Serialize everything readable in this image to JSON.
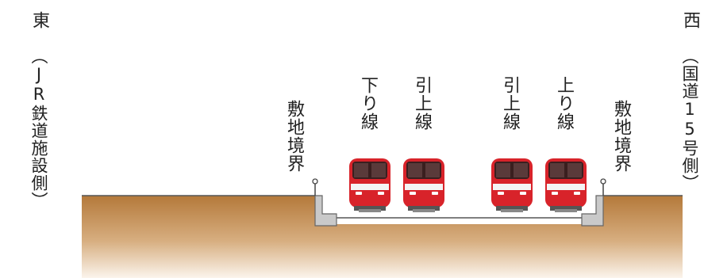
{
  "east_label": "東",
  "east_sub": "（JR鉄道施設側）",
  "west_label": "西",
  "west_sub": "（国道15号側）",
  "boundary_left": "敷地境界",
  "boundary_right": "敷地境界",
  "tracks": [
    {
      "label": "下り線"
    },
    {
      "label": "引上線"
    },
    {
      "label": "引上線"
    },
    {
      "label": "上り線"
    }
  ],
  "colors": {
    "train_red": "#d8232a",
    "soil_top": "#b57a3c",
    "soil_bottom": "#fbf3ea",
    "retaining_wall": "#c9c9c9"
  }
}
